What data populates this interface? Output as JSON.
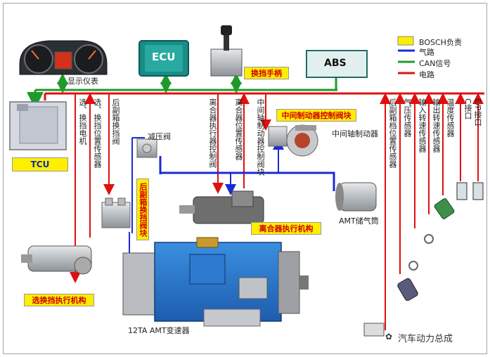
{
  "labels": {
    "display": "显示仪表",
    "ecu": "ECU",
    "abs": "ABS",
    "tcu": "TCU",
    "shift_lever": "换挡手柄",
    "sel_motor": "选、换挡电机",
    "sel_sensor": "选、换挡位置传感器",
    "rear_range_valve": "后副箱换挡阀",
    "reducing_valve": "减压阀",
    "rear_range_valve_block": "后副箱换挡阀块",
    "clutch_valve": "离合器执行器控制阀",
    "clutch_sensor": "离合器位置传感器",
    "mid_valve_v": "中间轴制动器控制阀块",
    "mid_valve_box": "中间制动器控制阀块",
    "mid_brake": "中间轴制动器",
    "amt_tank": "AMT储气筒",
    "clutch_actuator": "离合器执行机构",
    "shift_actuator": "选换挡执行机构",
    "gearbox": "12TA AMT变速器",
    "rear_pos_sensor": "后副箱档位置传感器",
    "pressure_sensor": "气压传感器",
    "input_speed_sensor": "输入转速传感器",
    "output_speed_sensor": "输出转速传感器",
    "temp_sensor": "温度传感器",
    "c_port": "C接口",
    "ep_port": "E/P接口",
    "watermark": "汽车动力总成"
  },
  "legend": [
    {
      "label": "BOSCH负责",
      "kind": "box",
      "color": "#ffee00"
    },
    {
      "label": "气路",
      "kind": "line",
      "color": "#1a2bd6"
    },
    {
      "label": "CAN信号",
      "kind": "line",
      "color": "#1f9a2a"
    },
    {
      "label": "电路",
      "kind": "line",
      "color": "#e01010"
    }
  ],
  "colors": {
    "air": "#1a2bd6",
    "can": "#1f9a2a",
    "electric": "#e01010",
    "bosch": "#ffee00"
  }
}
